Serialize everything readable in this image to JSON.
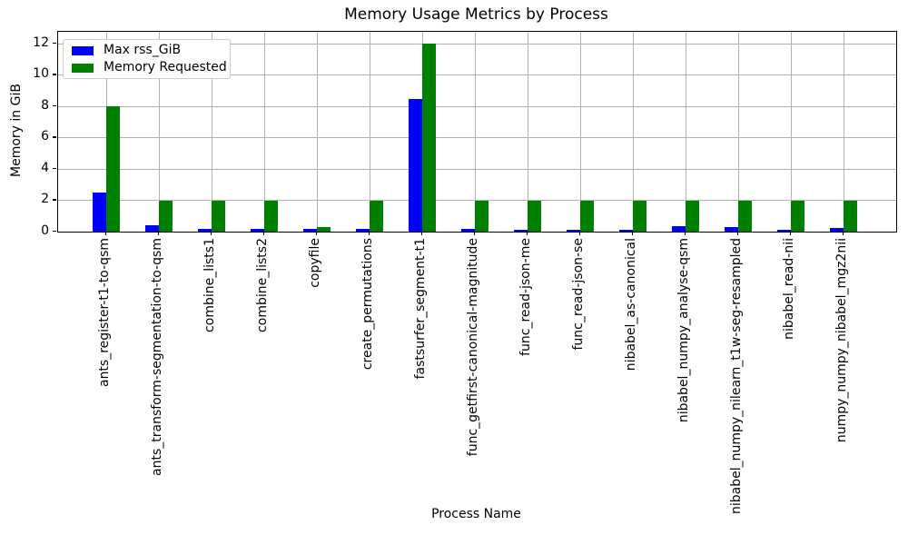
{
  "chart_data": {
    "type": "bar",
    "title": "Memory Usage Metrics by Process",
    "xlabel": "Process Name",
    "ylabel": "Memory in GiB",
    "categories": [
      "ants_register-t1-to-qsm",
      "ants_transform-segmentation-to-qsm",
      "combine_lists1",
      "combine_lists2",
      "copyfile",
      "create_permutations",
      "fastsurfer_segment-t1",
      "func_getfirst-canonical-magnitude",
      "func_read-json-me",
      "func_read-json-se",
      "nibabel_as-canonical",
      "nibabel_numpy_analyse-qsm",
      "nibabel_numpy_nilearn_t1w-seg-resampled",
      "nibabel_read-nii",
      "numpy_numpy_nibabel_mgz2nii"
    ],
    "series": [
      {
        "name": "Max rss_GiB",
        "color": "#0000ff",
        "values": [
          2.5,
          0.42,
          0.15,
          0.15,
          0.15,
          0.15,
          8.45,
          0.15,
          0.13,
          0.13,
          0.13,
          0.35,
          0.3,
          0.14,
          0.22
        ]
      },
      {
        "name": "Memory Requested",
        "color": "#008000",
        "values": [
          8.0,
          1.95,
          1.95,
          1.95,
          0.28,
          1.95,
          12.0,
          1.95,
          1.95,
          1.95,
          1.95,
          1.95,
          1.95,
          1.95,
          1.95
        ]
      }
    ],
    "yticks": [
      0,
      2,
      4,
      6,
      8,
      10,
      12
    ],
    "ylim": [
      0,
      12.75
    ],
    "grid": true,
    "legend_position": "upper left",
    "grid_color": "#b0b0b0",
    "text_color": "#000000"
  }
}
